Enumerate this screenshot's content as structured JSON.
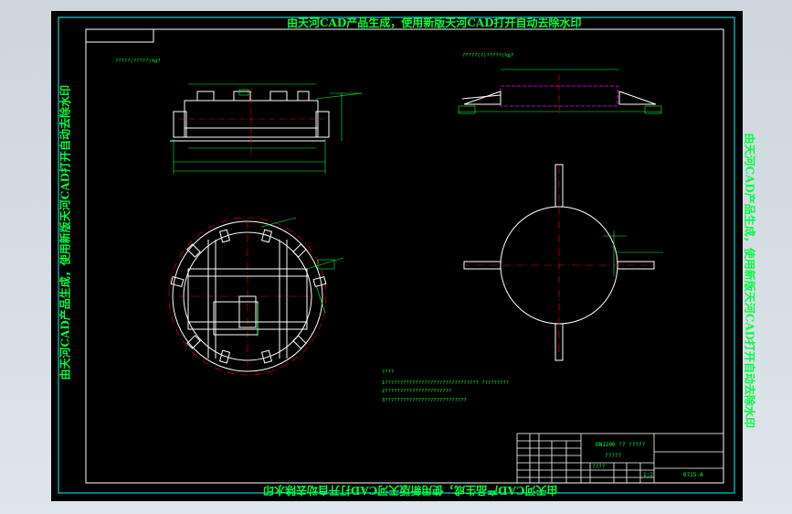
{
  "watermark": {
    "top": "由天河CAD产品生成，使用新版天河CAD打开自动去除水印",
    "bottom": "由天河CAD产品生成，使用新版天河CAD打开自动去除水印",
    "left": "由天河CAD产品生成，使用新版天河CAD打开自动去除水印",
    "right": "由天河CAD产品生成，使用新版天河CAD打开自动去除水印"
  },
  "notes": {
    "label_left": "?????(?????)%g?",
    "label_right": "?????(?)?????)%g?",
    "tech_title": "????",
    "tech_line1": "1??????????????????????????????? ?????????",
    "tech_line2": "2??????????????????????",
    "tech_line3": "3???????????????????????????"
  },
  "title_block": {
    "part_name": "DN1200 ?? ?????",
    "sub_name": "?????",
    "drawing_no": "0725-A",
    "scale": "1:2",
    "sheet": "????"
  },
  "colors": {
    "drawing_line": "#ffffff",
    "dimension": "#00ff3c",
    "center_line": "#ff0000",
    "hidden_line": "#ff00ff",
    "border": "#00ffff"
  }
}
